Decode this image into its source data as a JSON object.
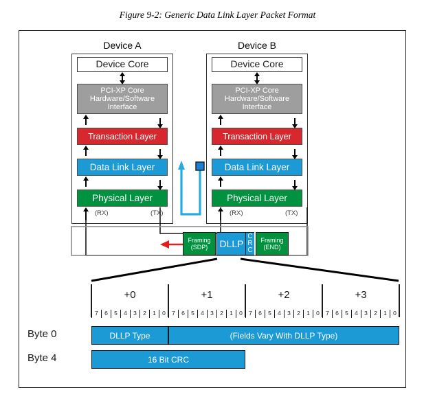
{
  "figure": {
    "title": "Figure 9-2: Generic Data Link Layer Packet Format"
  },
  "colors": {
    "red": "#d7282f",
    "blue": "#1b9ad6",
    "green": "#00923f",
    "gray": "#9e9e9e",
    "light_blue_arrow": "#29abe2",
    "red_arrow": "#e02020",
    "frame": "#1a1a1a"
  },
  "devices": [
    {
      "title": "Device A",
      "layers": [
        {
          "name": "Device Core",
          "label": "Device Core",
          "style": "core"
        },
        {
          "name": "PCI-XP Core Hardware/Software Interface",
          "line1": "PCI-XP Core",
          "line2": "Hardware/Software",
          "line3": "Interface",
          "style": "gray"
        },
        {
          "name": "Transaction Layer",
          "label": "Transaction Layer",
          "style": "red"
        },
        {
          "name": "Data Link Layer",
          "label": "Data Link Layer",
          "style": "blue"
        },
        {
          "name": "Physical Layer",
          "label": "Physical Layer",
          "style": "green"
        }
      ],
      "ports": {
        "rx": "(RX)",
        "tx": "(TX)"
      }
    },
    {
      "title": "Device B",
      "layers": [
        {
          "name": "Device Core",
          "label": "Device Core",
          "style": "core"
        },
        {
          "name": "PCI-XP Core Hardware/Software Interface",
          "line1": "PCI-XP Core",
          "line2": "Hardware/Software",
          "line3": "Interface",
          "style": "gray"
        },
        {
          "name": "Transaction Layer",
          "label": "Transaction Layer",
          "style": "red"
        },
        {
          "name": "Data Link Layer",
          "label": "Data Link Layer",
          "style": "blue"
        },
        {
          "name": "Physical Layer",
          "label": "Physical Layer",
          "style": "green"
        }
      ],
      "ports": {
        "rx": "(RX)",
        "tx": "(TX)"
      }
    }
  ],
  "packet": {
    "framing_start": {
      "line1": "Framing",
      "line2": "(SDP)"
    },
    "dllp": "DLLP",
    "crc": {
      "c1": "C",
      "r": "R",
      "c2": "C"
    },
    "framing_end": {
      "line1": "Framing",
      "line2": "(END)"
    }
  },
  "byte_table": {
    "offsets": [
      "+0",
      "+1",
      "+2",
      "+3"
    ],
    "bits": [
      "7",
      "6",
      "5",
      "4",
      "3",
      "2",
      "1",
      "0"
    ],
    "rows": [
      {
        "label": "Byte 0",
        "fields": [
          {
            "text": "DLLP Type",
            "bytes": 1
          },
          {
            "text": "(Fields Vary With DLLP Type)",
            "bytes": 3
          }
        ]
      },
      {
        "label": "Byte 4",
        "fields": [
          {
            "text": "16 Bit CRC",
            "bytes": 2
          }
        ]
      }
    ]
  }
}
